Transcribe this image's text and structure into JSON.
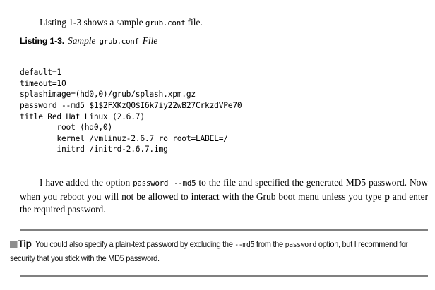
{
  "document": {
    "intro_paragraph": {
      "before_code": "Listing 1-3 shows a sample ",
      "code": "grub.conf",
      "after_code": " file."
    },
    "listing_caption": {
      "label": "Listing 1-3.",
      "italic_before": "Sample",
      "code": "grub.conf",
      "italic_after": "File"
    },
    "code_listing": {
      "language": "grub-config",
      "lines": [
        "default=1",
        "timeout=10",
        "splashimage=(hd0,0)/grub/splash.xpm.gz",
        "password --md5 $1$2FXKzQ0$I6k7iy22wB27CrkzdVPe70",
        "title Red Hat Linux (2.6.7)",
        "        root (hd0,0)",
        "        kernel /vmlinuz-2.6.7 ro root=LABEL=/",
        "        initrd /initrd-2.6.7.img"
      ]
    },
    "body_paragraph": {
      "seg1": "I have added the option ",
      "code1": "password",
      "code2": "--md5",
      "seg2": " to the file and specified the generated MD5 password. Now when you reboot you will not be allowed to interact with the Grub boot menu unless you type ",
      "bold1": "p",
      "seg3": " and enter the required password."
    },
    "tip": {
      "label": "Tip",
      "seg1": "You could also specify a plain-text password by excluding the ",
      "code1": "--md5",
      "seg2": " from the ",
      "code2": "password",
      "seg3": " option, but I recommend for security that you stick with the MD5 password."
    },
    "colors": {
      "rule": "#808080",
      "tip_square": "#8f8f8f",
      "text": "#000000",
      "background": "#ffffff"
    }
  }
}
